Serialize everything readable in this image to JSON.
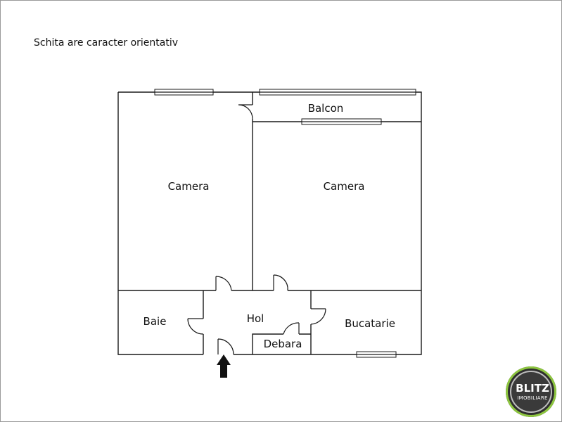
{
  "note": "Schita are caracter orientativ",
  "rooms": {
    "camera_left": "Camera",
    "camera_right": "Camera",
    "balcon": "Balcon",
    "baie": "Baie",
    "hol": "Hol",
    "debara": "Debara",
    "bucatarie": "Bucatarie"
  },
  "logo": {
    "brand": "BLITZ",
    "tagline": "IMOBILIARE",
    "colors": {
      "ring": "#8dc63f",
      "body": "#2e2e2e"
    }
  },
  "entrance_arrow": "entrance-arrow-icon"
}
